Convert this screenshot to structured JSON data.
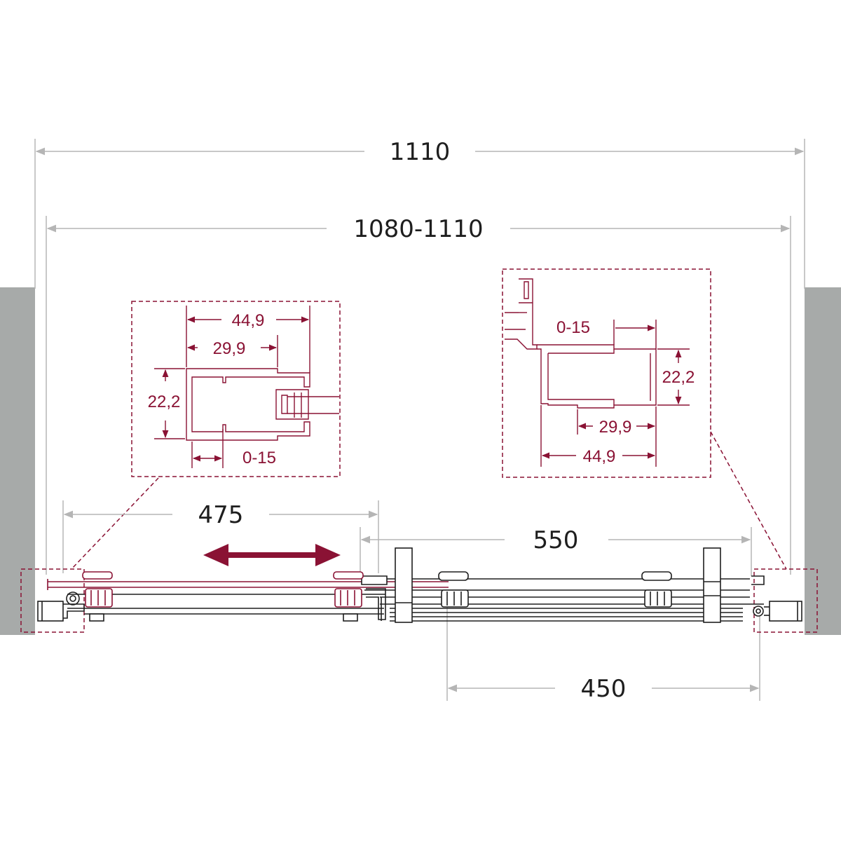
{
  "dimensions": {
    "overall_width": "1110",
    "adjustable_width": "1080-1110",
    "left_panel": "475",
    "right_span": "550",
    "bottom_span": "450"
  },
  "detail_left": {
    "width_outer": "44,9",
    "width_inner": "29,9",
    "height": "22,2",
    "adjust": "0-15"
  },
  "detail_right": {
    "adjust": "0-15",
    "height": "22,2",
    "width_inner": "29,9",
    "width_outer": "44,9"
  },
  "colors": {
    "detail_accent": "#8a1234",
    "wall": "#a7aaa9",
    "dimension_line": "#b5b5b5",
    "outline": "#1e1e1e"
  }
}
